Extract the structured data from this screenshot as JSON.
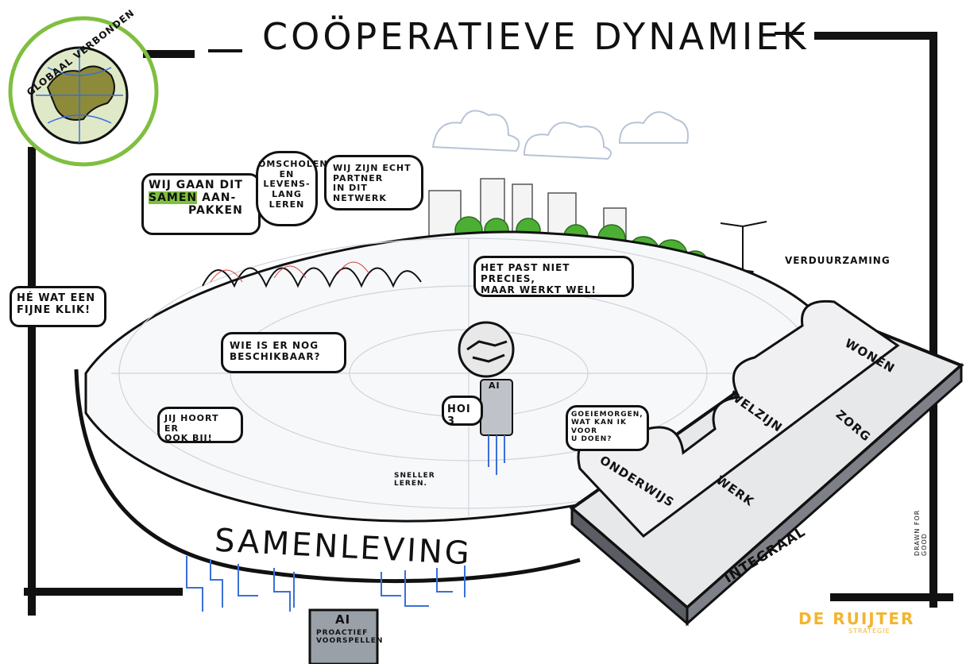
{
  "title": "COÖPERATIEVE DYNAMIEK",
  "badge": {
    "label": "GLOBAAL VERBONDEN"
  },
  "speech_bubbles": [
    {
      "id": "samen",
      "line1": "WIJ GAAN DIT",
      "highlight": "SAMEN",
      "line2_rest": "AAN-",
      "line3": "PAKKEN"
    },
    {
      "id": "omscholen",
      "text": "OMSCHOLEN\nEN\nLEVENS-\nLANG\nLEREN"
    },
    {
      "id": "partner",
      "text": "WIJ ZIJN ECHT\nPARTNER\nIN DIT NETWERK"
    },
    {
      "id": "klik",
      "text": "HÉ WAT EEN\nFIJNE KLIK!"
    },
    {
      "id": "beschikbaar",
      "text": "WIE IS ER NOG\nBESCHIKBAAR?"
    },
    {
      "id": "ookbij",
      "text": "JIJ HOORT ER\nOOK BIJ!"
    },
    {
      "id": "precies",
      "text": "HET PAST NIET PRECIES,\nMAAR WERKT WEL!"
    },
    {
      "id": "goedemorgen",
      "text": "GOEIEMORGEN,\nWAT KAN IK VOOR\nU DOEN?"
    },
    {
      "id": "hoi",
      "text": "HOI 3"
    }
  ],
  "labels": {
    "verduurzaming": "VERDUURZAMING",
    "sneller_leren": "SNELLER\nLEREN.",
    "ai_top": "AI",
    "ai_bottom_title": "AI",
    "ai_bottom_sub": "PROACTIEF\nVOORSPELLEN",
    "samenleving": "SAMENLEVING",
    "credit": "DRAWN FOR GOOD"
  },
  "puzzle": {
    "pieces": [
      "WONEN",
      "WELZIJN",
      "ZORG",
      "WERK",
      "ONDERWIJS"
    ],
    "base_label": "INTEGRAAL"
  },
  "brand": {
    "name": "DE RUIJTER",
    "sub": "STRATEGIE"
  },
  "colors": {
    "ink": "#111111",
    "green": "#7fbf3f",
    "blue": "#3a6fd8",
    "brand": "#f2b531",
    "grey": "#9aa0a8",
    "tree": "#4caf34"
  }
}
